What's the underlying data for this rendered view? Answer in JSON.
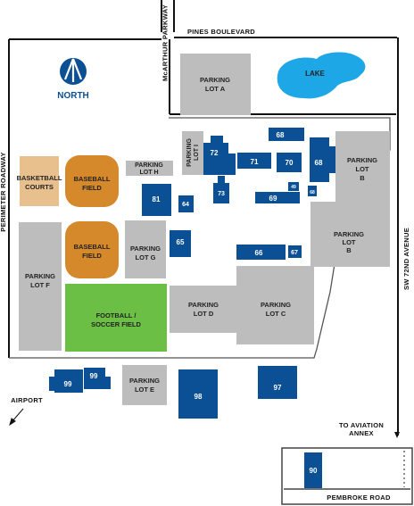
{
  "colors": {
    "building": "#0b4f94",
    "parking": "#bdbdbd",
    "baseball": "#d6892a",
    "courts": "#e8c08d",
    "field": "#6bbf45",
    "lake": "#1ea7e6",
    "road_line": "#111111"
  },
  "roads": {
    "pines": "PINES BOULEVARD",
    "mcarthur": "McARTHUR PARKWAY",
    "perimeter": "PERIMETER ROADWAY",
    "sw72": "SW 72ND AVENUE",
    "pembroke": "PEMBROKE ROAD"
  },
  "compass": {
    "label": "NORTH",
    "icon": "north-arrow-icon"
  },
  "lake": "LAKE",
  "directions": {
    "airport": "AIRPORT",
    "aviation_line1": "TO AVIATION",
    "aviation_line2": "ANNEX"
  },
  "parking": {
    "a": [
      "PARKING",
      "LOT A"
    ],
    "b1": [
      "PARKING",
      "LOT",
      "B"
    ],
    "b2": [
      "PARKING",
      "LOT",
      "B"
    ],
    "c": [
      "PARKING",
      "LOT C"
    ],
    "d": [
      "PARKING",
      "LOT D"
    ],
    "e": [
      "PARKING",
      "LOT E"
    ],
    "f": [
      "PARKING",
      "LOT F"
    ],
    "g": [
      "PARKING",
      "LOT G"
    ],
    "h": [
      "PARKING",
      "LOT H"
    ],
    "i": [
      "PARKING",
      "LOT I"
    ]
  },
  "fields": {
    "basketball": [
      "BASKETBALL",
      "COURTS"
    ],
    "baseball1": [
      "BASEBALL",
      "FIELD"
    ],
    "baseball2": [
      "BASEBALL",
      "FIELD"
    ],
    "football": [
      "FOOTBALL /",
      "SOCCER FIELD"
    ]
  },
  "buildings": {
    "b64": "64",
    "b65": "65",
    "b66": "66",
    "b67": "67",
    "b68a": "68",
    "b68b": "68",
    "b68c": "68",
    "b69": "69",
    "b70": "70",
    "b71": "71",
    "b72": "72",
    "b73": "73",
    "b81": "81",
    "b90": "90",
    "b97": "97",
    "b98": "98",
    "b99a": "99",
    "b99b": "99",
    "b49": "49"
  }
}
